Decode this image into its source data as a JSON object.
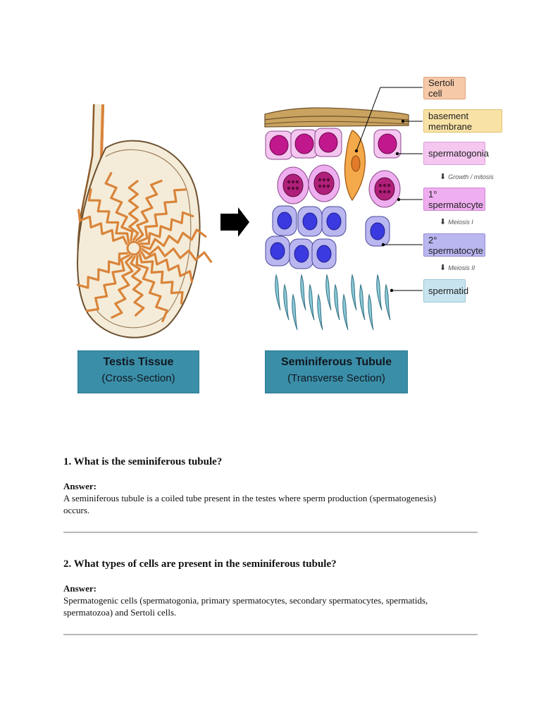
{
  "figure": {
    "left_caption": {
      "title": "Testis Tissue",
      "subtitle": "(Cross-Section)"
    },
    "right_caption": {
      "title": "Seminiferous Tubule",
      "subtitle": "(Transverse Section)"
    },
    "labels": {
      "sertoli": "Sertoli cell",
      "basement": "basement membrane",
      "spermatogonia": "spermatogonia",
      "primary": "1° spermatocyte",
      "secondary": "2° spermatocyte",
      "spermatid": "spermatid"
    },
    "steps": {
      "growth": "Growth / mitosis",
      "meiosis1": "Meiosis I",
      "meiosis2": "Meiosis II"
    },
    "colors": {
      "sertoli_label": "#f6c9a8",
      "basement_label": "#f8e2a6",
      "spermatogonia_label": "#f4c6f0",
      "primary_label": "#efaef0",
      "secondary_label": "#b9b6f0",
      "spermatid_label": "#c8e4ef",
      "caption_bg": "#3b8ea8"
    }
  },
  "qa": [
    {
      "question": "1. What is the seminiferous tubule?",
      "answer_label": "Answer:",
      "answer": "A seminiferous tubule is a coiled tube present in the testes where sperm production (spermatogenesis) occurs."
    },
    {
      "question": "2. What types of cells are present in the seminiferous tubule?",
      "answer_label": "Answer:",
      "answer": "Spermatogenic cells (spermatogonia, primary spermatocytes, secondary spermatocytes, spermatids, spermatozoa) and Sertoli cells."
    }
  ]
}
